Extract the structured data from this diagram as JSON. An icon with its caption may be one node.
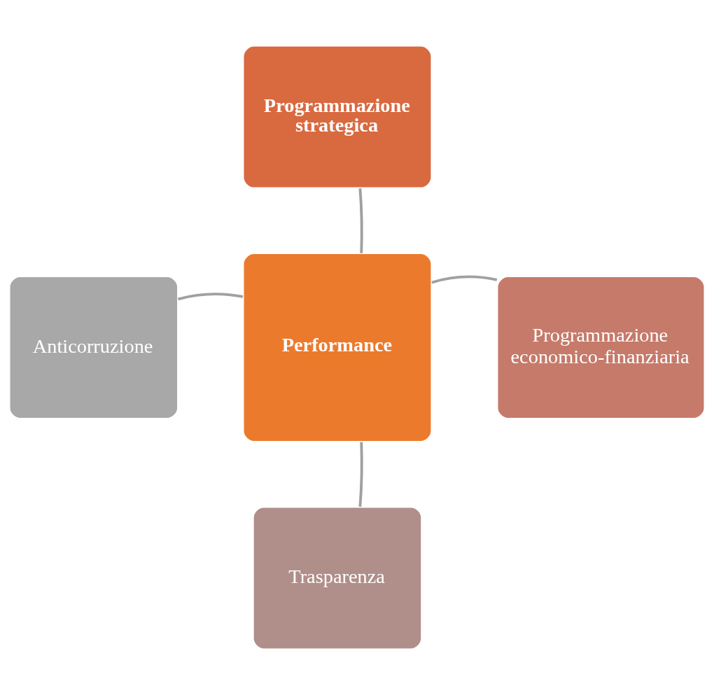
{
  "diagram": {
    "nodes": [
      {
        "text": [
          "Performance"
        ]
      },
      {
        "text": [
          "Programmazione strategica"
        ]
      },
      {
        "text": [
          "Anticorruzione"
        ]
      },
      {
        "text": [
          "Programmazione economico-finanziaria"
        ]
      },
      {
        "text": [
          "Trasparenza"
        ]
      }
    ],
    "edges": [
      {
        "from": 0,
        "to": 1,
        "arrow": "none"
      },
      {
        "from": 0,
        "to": 2,
        "arrow": "none"
      },
      {
        "from": 0,
        "to": 3,
        "arrow": "none"
      },
      {
        "from": 0,
        "to": 4,
        "arrow": "none"
      }
    ]
  }
}
